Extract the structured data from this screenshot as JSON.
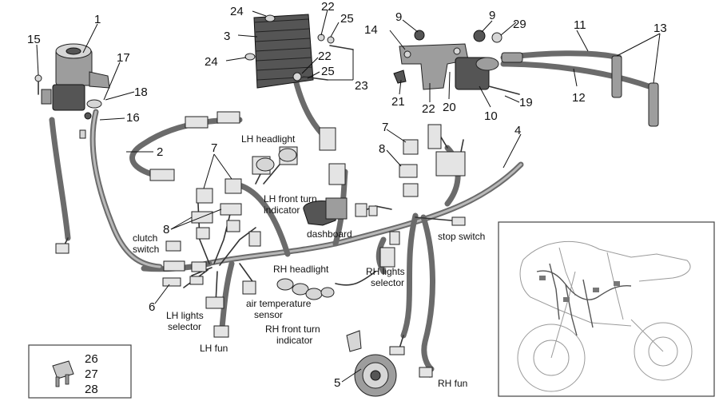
{
  "callouts": {
    "c1": "1",
    "c2": "2",
    "c3": "3",
    "c4": "4",
    "c5": "5",
    "c6": "6",
    "c7a": "7",
    "c7b": "7",
    "c8a": "8",
    "c8b": "8",
    "c9a": "9",
    "c9b": "9",
    "c10": "10",
    "c11": "11",
    "c12": "12",
    "c13": "13",
    "c14": "14",
    "c15": "15",
    "c16": "16",
    "c17": "17",
    "c18": "18",
    "c19": "19",
    "c20": "20",
    "c21": "21",
    "c22a": "22",
    "c22b": "22",
    "c22c": "22",
    "c23": "23",
    "c24a": "24",
    "c24b": "24",
    "c25a": "25",
    "c25b": "25",
    "c29": "29"
  },
  "labels": {
    "lh_headlight": "LH headlight",
    "lh_front_turn_1": "LH front turn",
    "lh_front_turn_2": "indicator",
    "dashboard": "dashboard",
    "stop_switch": "stop switch",
    "clutch_1": "clutch",
    "clutch_2": "switch",
    "rh_headlight": "RH headlight",
    "rh_lights_1": "RH lights",
    "rh_lights_2": "selector",
    "lh_lights_1": "LH lights",
    "lh_lights_2": "selector",
    "air_temp_1": "air temperature",
    "air_temp_2": "sensor",
    "rh_front_turn_1": "RH front turn",
    "rh_front_turn_2": "indicator",
    "lh_fun": "LH fun",
    "rh_fun": "RH fun"
  },
  "fuse_box": {
    "n1": "26",
    "n2": "27",
    "n3": "28"
  },
  "icons": {
    "ignition_switch": "ignition-switch-icon",
    "regulator": "voltage-regulator-icon",
    "ignition_coil": "ignition-coil-icon",
    "horn": "horn-icon",
    "fuse": "fuse-icon",
    "motorcycle": "motorcycle-overview-icon"
  }
}
